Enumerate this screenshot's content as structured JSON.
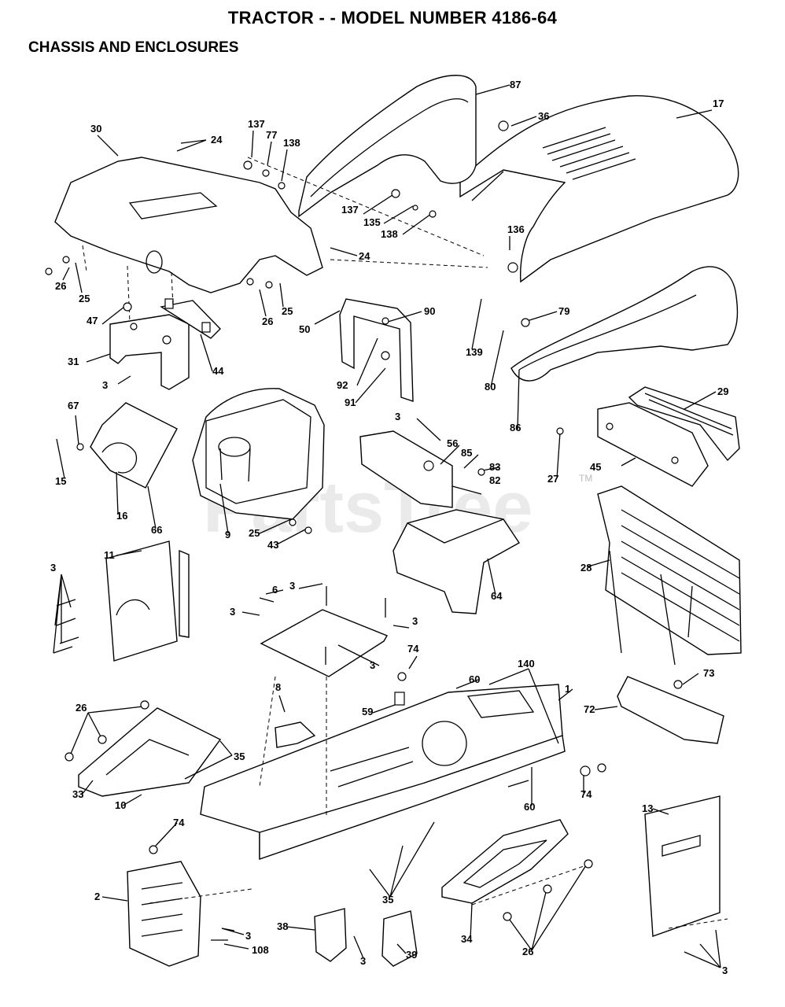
{
  "title": "TRACTOR - - MODEL NUMBER 4186-64",
  "section": "CHASSIS AND ENCLOSURES",
  "watermark": "PartsTree",
  "watermark_tm": "TM",
  "parts": [
    {
      "id": "30",
      "label": "30"
    },
    {
      "id": "24a",
      "label": "24"
    },
    {
      "id": "137a",
      "label": "137"
    },
    {
      "id": "77",
      "label": "77"
    },
    {
      "id": "138a",
      "label": "138"
    },
    {
      "id": "87",
      "label": "87"
    },
    {
      "id": "36",
      "label": "36"
    },
    {
      "id": "17",
      "label": "17"
    },
    {
      "id": "137b",
      "label": "137"
    },
    {
      "id": "135",
      "label": "135"
    },
    {
      "id": "138b",
      "label": "138"
    },
    {
      "id": "136",
      "label": "136"
    },
    {
      "id": "24b",
      "label": "24"
    },
    {
      "id": "26a",
      "label": "26"
    },
    {
      "id": "25a",
      "label": "25"
    },
    {
      "id": "26b",
      "label": "26"
    },
    {
      "id": "25b",
      "label": "25"
    },
    {
      "id": "47",
      "label": "47"
    },
    {
      "id": "50",
      "label": "50"
    },
    {
      "id": "90",
      "label": "90"
    },
    {
      "id": "79",
      "label": "79"
    },
    {
      "id": "31",
      "label": "31"
    },
    {
      "id": "44",
      "label": "44"
    },
    {
      "id": "139",
      "label": "139"
    },
    {
      "id": "92",
      "label": "92"
    },
    {
      "id": "80",
      "label": "80"
    },
    {
      "id": "3a",
      "label": "3"
    },
    {
      "id": "91",
      "label": "91"
    },
    {
      "id": "86",
      "label": "86"
    },
    {
      "id": "29",
      "label": "29"
    },
    {
      "id": "67",
      "label": "67"
    },
    {
      "id": "3b",
      "label": "3"
    },
    {
      "id": "56",
      "label": "56"
    },
    {
      "id": "85",
      "label": "85"
    },
    {
      "id": "83",
      "label": "83"
    },
    {
      "id": "27",
      "label": "27"
    },
    {
      "id": "45",
      "label": "45"
    },
    {
      "id": "15",
      "label": "15"
    },
    {
      "id": "82",
      "label": "82"
    },
    {
      "id": "16",
      "label": "16"
    },
    {
      "id": "9",
      "label": "9"
    },
    {
      "id": "25c",
      "label": "25"
    },
    {
      "id": "66",
      "label": "66"
    },
    {
      "id": "43",
      "label": "43"
    },
    {
      "id": "11",
      "label": "11"
    },
    {
      "id": "28",
      "label": "28"
    },
    {
      "id": "3c",
      "label": "3"
    },
    {
      "id": "64",
      "label": "64"
    },
    {
      "id": "3d",
      "label": "3"
    },
    {
      "id": "6",
      "label": "6"
    },
    {
      "id": "3e",
      "label": "3"
    },
    {
      "id": "3f",
      "label": "3"
    },
    {
      "id": "3g",
      "label": "3"
    },
    {
      "id": "74a",
      "label": "74"
    },
    {
      "id": "140",
      "label": "140"
    },
    {
      "id": "60a",
      "label": "60"
    },
    {
      "id": "73",
      "label": "73"
    },
    {
      "id": "1",
      "label": "1"
    },
    {
      "id": "26c",
      "label": "26"
    },
    {
      "id": "8",
      "label": "8"
    },
    {
      "id": "72",
      "label": "72"
    },
    {
      "id": "59",
      "label": "59"
    },
    {
      "id": "35a",
      "label": "35"
    },
    {
      "id": "33",
      "label": "33"
    },
    {
      "id": "10",
      "label": "10"
    },
    {
      "id": "60b",
      "label": "60"
    },
    {
      "id": "74b",
      "label": "74"
    },
    {
      "id": "13",
      "label": "13"
    },
    {
      "id": "74c",
      "label": "74"
    },
    {
      "id": "2",
      "label": "2"
    },
    {
      "id": "35b",
      "label": "35"
    },
    {
      "id": "38",
      "label": "38"
    },
    {
      "id": "3h",
      "label": "3"
    },
    {
      "id": "34",
      "label": "34"
    },
    {
      "id": "26d",
      "label": "26"
    },
    {
      "id": "108",
      "label": "108"
    },
    {
      "id": "3i",
      "label": "3"
    },
    {
      "id": "39",
      "label": "39"
    },
    {
      "id": "3j",
      "label": "3"
    }
  ]
}
